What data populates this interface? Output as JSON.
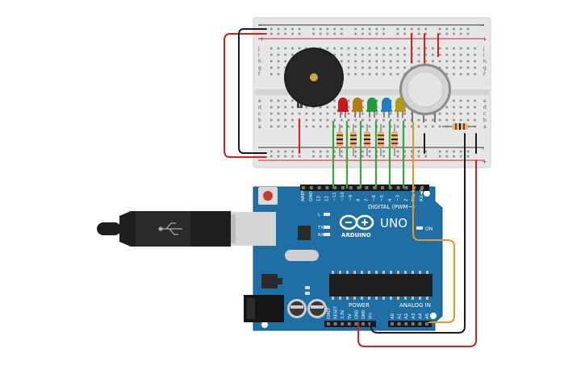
{
  "breadboard": {
    "rail_plus": "+",
    "rail_minus": "-",
    "rows_top": [
      "j",
      "i",
      "h",
      "g",
      "f"
    ],
    "rows_bottom": [
      "e",
      "d",
      "c",
      "b",
      "a"
    ]
  },
  "arduino": {
    "logo_text": "ARDUINO",
    "model": "UNO",
    "digital_label": "DIGITAL (PWM~)",
    "power_label": "POWER",
    "analog_label": "ANALOG IN",
    "on_label": "ON",
    "led_labels": [
      "L",
      "TX",
      "RX"
    ],
    "digital_pins": [
      "AREF",
      "GND",
      "13",
      "12",
      "~11",
      "~10",
      "~9",
      "8",
      "7",
      "~6",
      "~5",
      "4",
      "~3",
      "2",
      "TX►1",
      "RX◄0"
    ],
    "power_pins": [
      "IOREF",
      "RESET",
      "3.3V",
      "5V",
      "GND",
      "GND",
      "Vin"
    ],
    "analog_pins": [
      "A0",
      "A1",
      "A2",
      "A3",
      "A4",
      "A5"
    ]
  },
  "components": {
    "leds": [
      {
        "color": "#c8181e"
      },
      {
        "color": "#b47a10"
      },
      {
        "color": "#1f9a3a"
      },
      {
        "color": "#1e7fc0"
      },
      {
        "color": "#b09a18"
      }
    ],
    "buzzer": "buzzer",
    "gas_sensor": "gas-sensor",
    "usb": "usb-cable"
  },
  "colors": {
    "board_blue": "#1f6fa5",
    "wire_red": "#d42020",
    "wire_black": "#1b1b1b",
    "wire_green": "#3fa43f",
    "wire_orange": "#e8952a",
    "breadboard": "#e6e6e6"
  }
}
